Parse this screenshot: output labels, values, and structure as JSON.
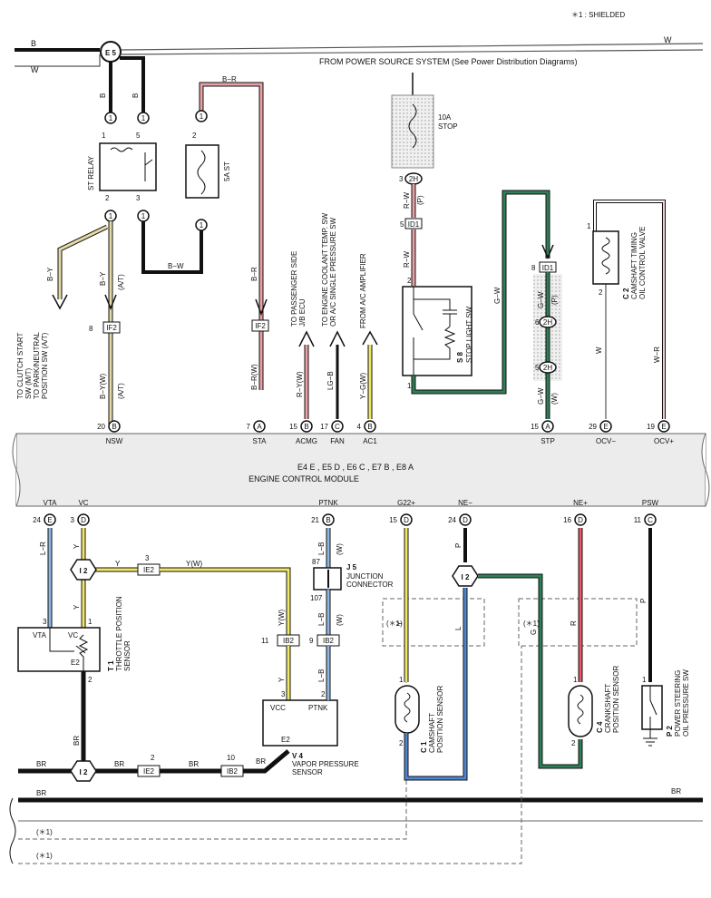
{
  "header": {
    "note": "＊1 : SHIELDED",
    "power_source": "FROM POWER SOURCE SYSTEM (See Power Distribution Diagrams)"
  },
  "ecm": {
    "title": "ENGINE CONTROL MODULE",
    "connectors": "E4 E , E5 D , E6 C , E7 B , E8 A",
    "top_terms": [
      {
        "pin": "20",
        "conn": "B",
        "name": "NSW"
      },
      {
        "pin": "7",
        "conn": "A",
        "name": "STA"
      },
      {
        "pin": "15",
        "conn": "B",
        "name": "ACMG"
      },
      {
        "pin": "17",
        "conn": "C",
        "name": "FAN"
      },
      {
        "pin": "4",
        "conn": "B",
        "name": "AC1"
      },
      {
        "pin": "15",
        "conn": "A",
        "name": "STP"
      },
      {
        "pin": "29",
        "conn": "E",
        "name": "OCV−"
      },
      {
        "pin": "19",
        "conn": "E",
        "name": "OCV+"
      }
    ],
    "bottom_terms": [
      {
        "pin": "24",
        "conn": "E",
        "name": "VTA"
      },
      {
        "pin": "3",
        "conn": "D",
        "name": "VC"
      },
      {
        "pin": "21",
        "conn": "B",
        "name": "PTNK"
      },
      {
        "pin": "15",
        "conn": "D",
        "name": "G22+"
      },
      {
        "pin": "24",
        "conn": "D",
        "name": "NE−"
      },
      {
        "pin": "16",
        "conn": "D",
        "name": "NE+"
      },
      {
        "pin": "11",
        "conn": "C",
        "name": "PSW"
      }
    ]
  },
  "components": {
    "st_relay": "ST RELAY",
    "fuse_5a": "5A ST",
    "fuse_10a_a": "10A",
    "fuse_10a_b": "STOP",
    "stop_sw_id": "S 8",
    "stop_sw_name": "STOP LIGHT SW",
    "ocv_id": "C 2",
    "ocv_name_a": "CAMSHAFT TIMING",
    "ocv_name_b": "OIL CONTROL VALVE",
    "tps_id": "T 1",
    "tps_name_a": "THROTTLE POSITION",
    "tps_name_b": "SENSOR",
    "tps_vta": "VTA",
    "tps_vc": "VC",
    "tps_e2": "E2",
    "vps_id": "V 4",
    "vps_name_a": "VAPOR PRESSURE",
    "vps_name_b": "SENSOR",
    "vps_vcc": "VCC",
    "vps_ptnk": "PTNK",
    "vps_e2": "E2",
    "jc_id": "J 5",
    "jc_name_a": "JUNCTION",
    "jc_name_b": "CONNECTOR",
    "cam_id": "C 1",
    "cam_name_a": "CAMSHAFT",
    "cam_name_b": "POSITION SENSOR",
    "crank_id": "C 4",
    "crank_name_a": "CRANKSHAFT",
    "crank_name_b": "POSITION SENSOR",
    "ps_id": "P 2",
    "ps_name_a": "POWER STEERING",
    "ps_name_b": "OIL PRESSURE SW"
  },
  "notes": {
    "clutch_a": "TO CLUTCH START",
    "clutch_b": "SW (M/T)",
    "clutch_c": "TO PARK/NEUTRAL",
    "clutch_d": "POSITION SW (A/T)",
    "passenger_a": "TO PASSENGER SIDE",
    "passenger_b": "J/B ECU",
    "coolant_a": "TO ENGINE COOLANT TEMP. SW",
    "coolant_b": "OR A/C SINGLE PRESSURE SW",
    "ac_amp": "FROM A/C AMPLIFIER"
  },
  "connectors": {
    "e5": "E 5",
    "i2": "I 2",
    "n1": "1",
    "h2": "2H",
    "if2": "IF2",
    "id1": "ID1",
    "ie2": "IE2",
    "ib2": "IB2"
  },
  "wires": {
    "B": "B",
    "W": "W",
    "BR": "BR",
    "B_R": "B−R",
    "B_W": "B−W",
    "B_Y": "B−Y",
    "B_Y_W": "B−Y(W)",
    "B_R_W": "B−R(W)",
    "R_Y_W": "R−Y(W)",
    "LG_B": "LG−B",
    "Y_G_W": "Y−G(W)",
    "R_W": "R−W",
    "R": "R",
    "G_W": "G−W",
    "W_R": "W−R",
    "L_R": "L−R",
    "Y": "Y",
    "Y_W": "Y(W)",
    "L_B": "L−B",
    "W_paren": "(W)",
    "P": "P",
    "L": "L",
    "G": "G",
    "AT": "(A/T)",
    "P_paren": "(P)",
    "shield": "(＊1)"
  },
  "pins": {
    "p1": "1",
    "p2": "2",
    "p3": "3",
    "p5": "5",
    "p8": "8",
    "p9": "9",
    "p10": "10",
    "p11": "11",
    "p87": "87",
    "p107": "107"
  },
  "colors": {
    "black": "#111111",
    "pink": "#e7a0a4",
    "red": "#e8586a",
    "yellow": "#f1e866",
    "green": "#2f7f56",
    "blue": "#4f86cf",
    "lightblue": "#8fb6e0",
    "tan": "#e5d9a6",
    "grey": "#999999",
    "ecm_fill": "#ececec"
  }
}
